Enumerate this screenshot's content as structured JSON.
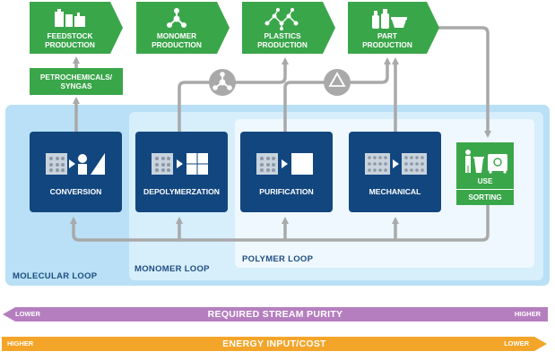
{
  "production": [
    {
      "label": "FEEDSTOCK\nPRODUCTION",
      "icon": "feedstock-icon"
    },
    {
      "label": "MONOMER\nPRODUCTION",
      "icon": "molecule-icon"
    },
    {
      "label": "PLASTICS\nPRODUCTION",
      "icon": "polymer-chain-icon"
    },
    {
      "label": "PART\nPRODUCTION",
      "icon": "bottles-icon"
    }
  ],
  "petro_label": "PETROCHEMICALS/\nSYNGAS",
  "processes": [
    {
      "label": "CONVERSION",
      "icon": "conversion-icon"
    },
    {
      "label": "DEPOLYMERZATION",
      "icon": "depolymerization-icon"
    },
    {
      "label": "PURIFICATION",
      "icon": "purification-icon"
    },
    {
      "label": "MECHANICAL",
      "icon": "mechanical-icon"
    }
  ],
  "use_label": "USE",
  "sorting_label": "SORTING",
  "loops": {
    "molecular": "MOLECULAR LOOP",
    "monomer": "MONOMER LOOP",
    "polymer": "POLYMER LOOP"
  },
  "purity_bar": {
    "left": "LOWER",
    "center": "REQUIRED STREAM PURITY",
    "right": "HIGHER"
  },
  "energy_bar": {
    "left": "HIGHER",
    "center": "ENERGY INPUT/COST",
    "right": "LOWER"
  },
  "colors": {
    "green": "#3aa64a",
    "navy": "#12467f",
    "purple": "#b57fbf",
    "orange": "#f3a52a",
    "arrow_gray": "#a9a9a9"
  }
}
